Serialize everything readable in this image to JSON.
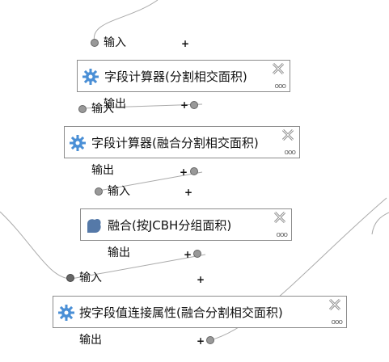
{
  "nodes": [
    {
      "title": "字段计算器(分割相交面积)",
      "icon": "gear-icon"
    },
    {
      "title": "字段计算器(融合分割相交面积)",
      "icon": "gear-icon"
    },
    {
      "title": "融合(按JCBH分组面积)",
      "icon": "dissolve-icon"
    },
    {
      "title": "按字段值连接属性(融合分割相交面积)",
      "icon": "gear-icon"
    }
  ],
  "ports": {
    "input": "输入",
    "output": "输出",
    "add": "+",
    "more": "ooo"
  },
  "colors": {
    "gear": "#4a8fd6",
    "dissolve": "#5579a8",
    "border": "#8c8c8c",
    "link": "#aaaaaa"
  }
}
